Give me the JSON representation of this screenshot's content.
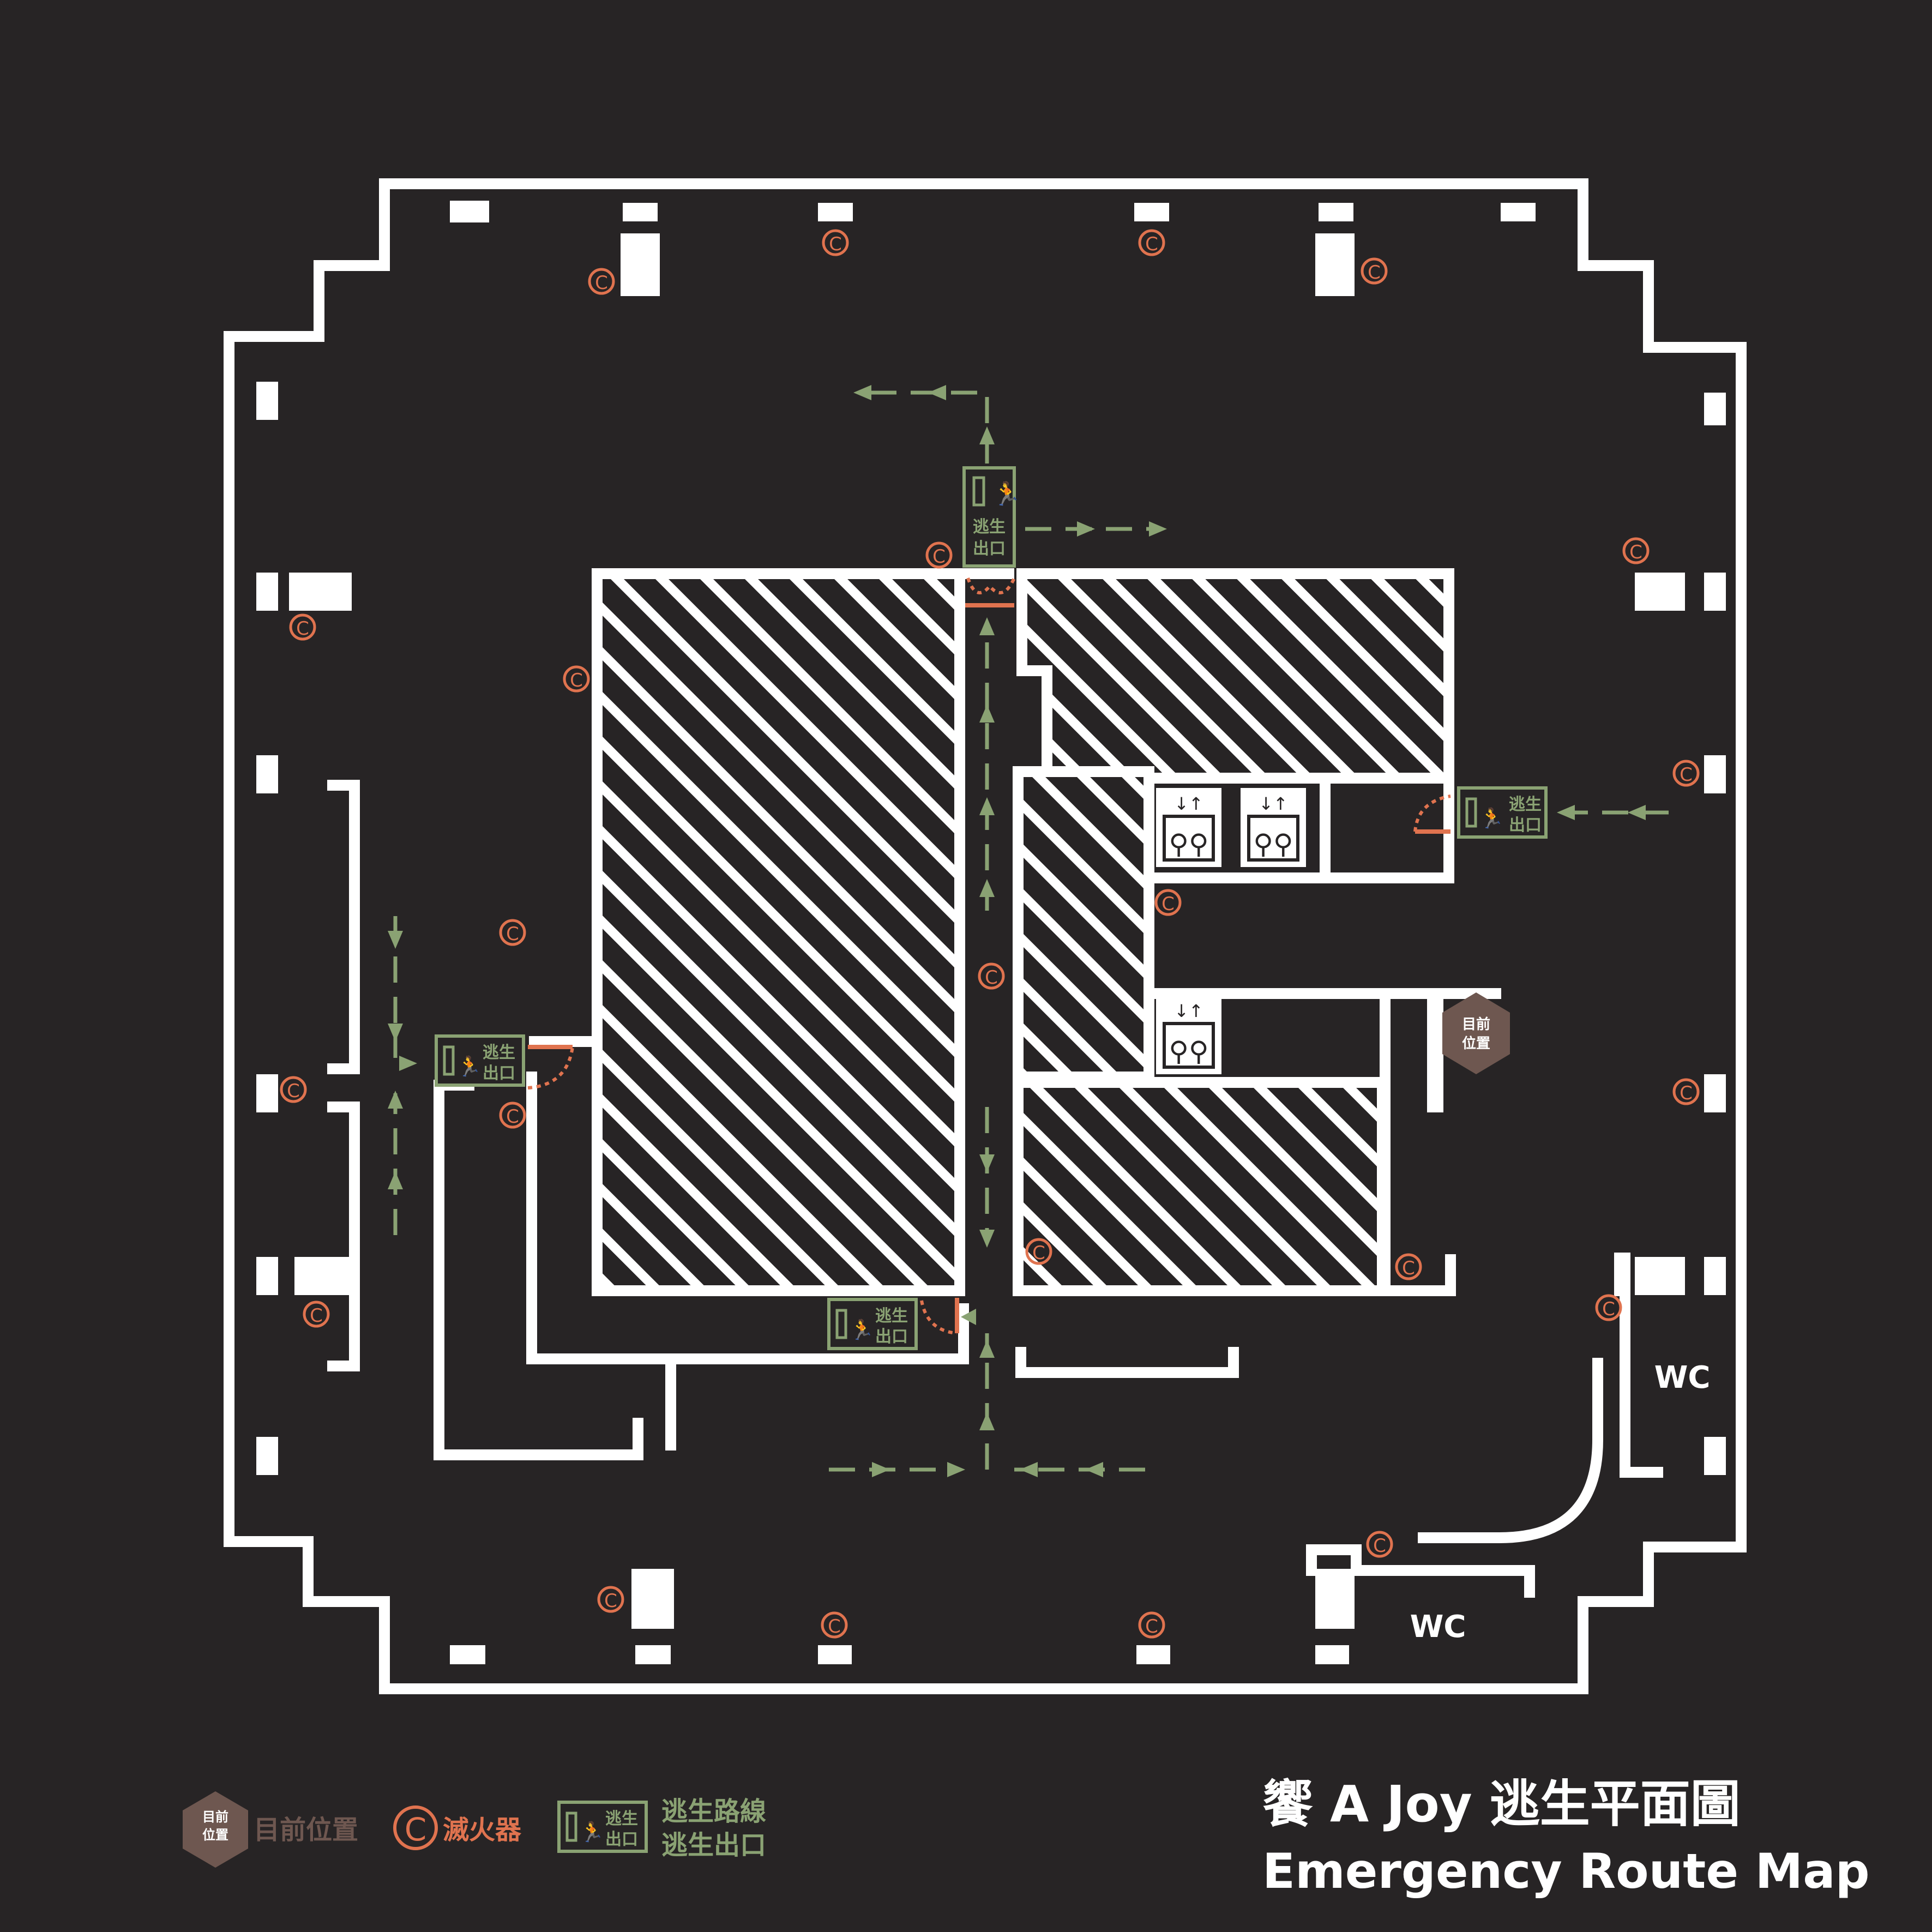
{
  "colors": {
    "background": "#272425",
    "wall": "#ffffff",
    "route": "#8aa273",
    "extinguisher": "#e0734f",
    "current_location": "#6e5750"
  },
  "title": {
    "zh": "饗 A Joy  逃生平面圖",
    "en": "Emergency Route Map"
  },
  "legend": {
    "current_location_badge": [
      "目前",
      "位置"
    ],
    "current_location_label": "目前位置",
    "extinguisher_symbol": "C",
    "extinguisher_label": "滅火器",
    "exit_sign": [
      "逃生",
      "出口"
    ],
    "route_label": [
      "逃生路線",
      "逃生出口"
    ]
  },
  "map": {
    "exit_sign_text": [
      "逃生",
      "出口"
    ],
    "current_location_badge": [
      "目前",
      "位置"
    ],
    "extinguisher_symbol": "C",
    "wc_label": "WC",
    "icons": {
      "exit": "emergency-exit-icon",
      "elevator": "elevator-icon",
      "extinguisher": "fire-extinguisher-icon",
      "location": "current-location-icon"
    }
  }
}
